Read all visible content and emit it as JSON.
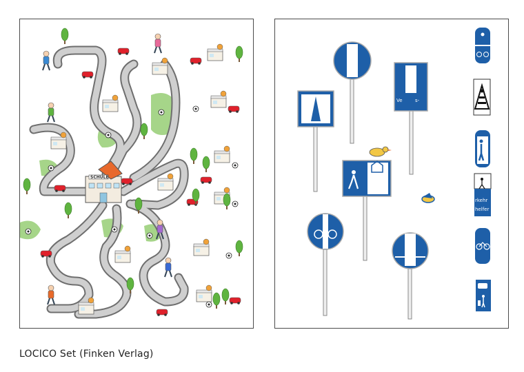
{
  "caption": "LOCICO Set (Finken Verlag)",
  "school_label": "SCHULE",
  "sign_texts": {
    "tall_rect_sign_label": "Ve",
    "tall_rect_sign_label_end": "s-",
    "strip_sign_label_1": "rkehr",
    "strip_sign_label_2": "helfer"
  },
  "colors": {
    "road": "#c9c9c9",
    "road_edge": "#6e6e6e",
    "grass": "#a6d589",
    "sign_blue": "#1e5fa8",
    "car_red": "#e0212b",
    "tree_green": "#5fb440",
    "bird_yellow": "#f2c744"
  }
}
